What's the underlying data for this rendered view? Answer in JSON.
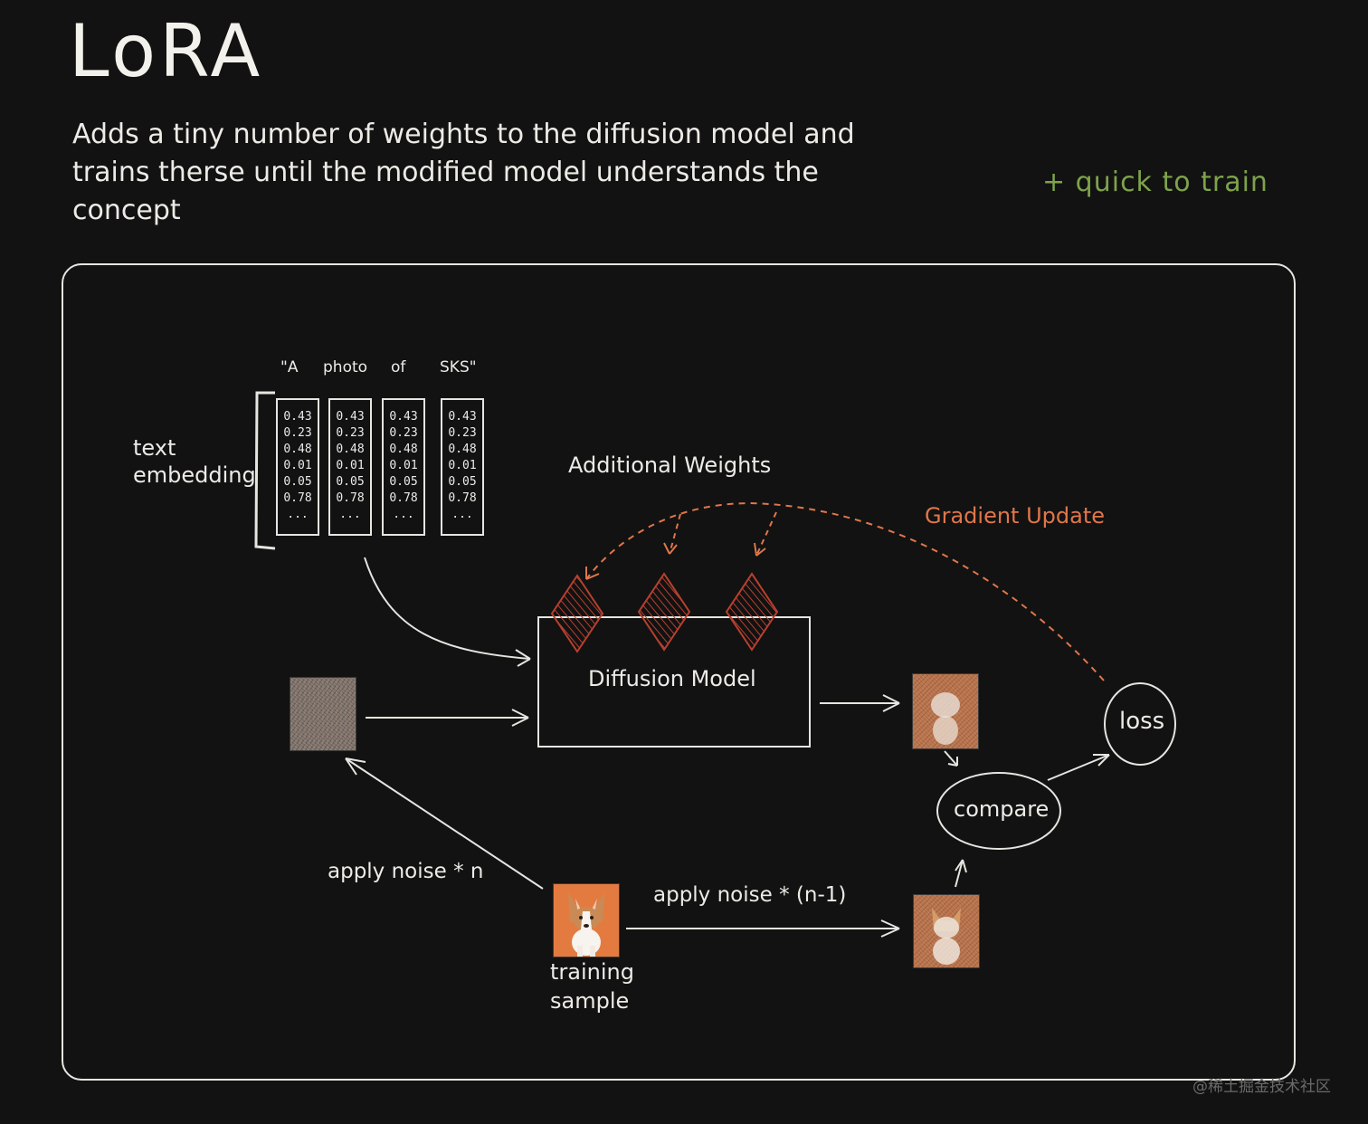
{
  "title": "LoRA",
  "subtitle": "Adds a tiny number of weights to the diffusion model and trains therse until the modified model understands the concept",
  "side_note": "+ quick to train",
  "diagram": {
    "tokens": [
      "\"A",
      "photo",
      "of",
      "SKS\""
    ],
    "embedding_values": [
      "0.43",
      "0.23",
      "0.48",
      "0.01",
      "0.05",
      "0.78",
      "..."
    ],
    "text_embedding_label_line1": "text",
    "text_embedding_label_line2": "embedding",
    "additional_weights_label": "Additional Weights",
    "gradient_update_label": "Gradient Update",
    "diffusion_model_label": "Diffusion Model",
    "loss_label": "loss",
    "compare_label": "compare",
    "apply_noise_n_label": "apply noise * n",
    "apply_noise_n_minus_1_label": "apply noise * (n-1)",
    "training_sample_line1": "training",
    "training_sample_line2": "sample"
  },
  "watermark": "@稀土掘金技术社区",
  "colors": {
    "background": "#121212",
    "ink": "#ecebe6",
    "accent_green": "#7ea34b",
    "accent_orange": "#e0764a",
    "weights_red": "#b8402f"
  }
}
